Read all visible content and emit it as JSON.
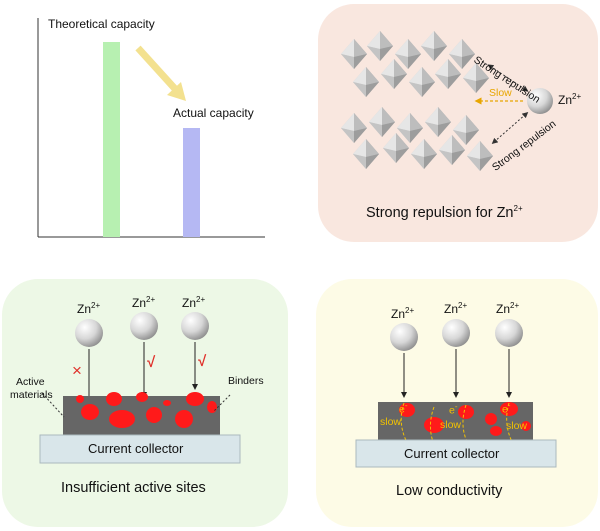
{
  "capacity_chart": {
    "theoretical_label": "Theoretical capacity",
    "actual_label": "Actual capacity",
    "colors": {
      "theoretical_bar": "#b7f0b1",
      "actual_bar": "#b5b8f3",
      "trend_arrow": "#f3e18f"
    }
  },
  "repulsion_panel": {
    "title": "Strong repulsion for Zn",
    "title_sup": "2+",
    "ion_label": "Zn",
    "ion_sup": "2+",
    "upper_repulsion": "Strong repulsion",
    "lower_repulsion": "Strong repulsion",
    "slow_label": "Slow",
    "colors": {
      "background": "#f9e7df",
      "slow": "#e8a600"
    }
  },
  "active_sites_panel": {
    "title": "Insufficient active sites",
    "ion_label": "Zn",
    "ion_sup": "2+",
    "blocked_mark": "×",
    "ok_mark": "√",
    "active_materials_label_1": "Active",
    "active_materials_label_2": "materials",
    "binders_label": "Binders",
    "collector_label": "Current collector",
    "colors": {
      "background": "#edf8e6",
      "active_material": "#ff1a1a",
      "collector": "#d9e6ea",
      "binder": "#666666"
    }
  },
  "conductivity_panel": {
    "title": "Low conductivity",
    "ion_label": "Zn",
    "ion_sup": "2+",
    "electron_label": "e",
    "electron_sup": "-",
    "slow_label": "slow",
    "collector_label": "Current collector",
    "colors": {
      "background": "#fdfbe6",
      "slow": "#f2c200"
    }
  }
}
